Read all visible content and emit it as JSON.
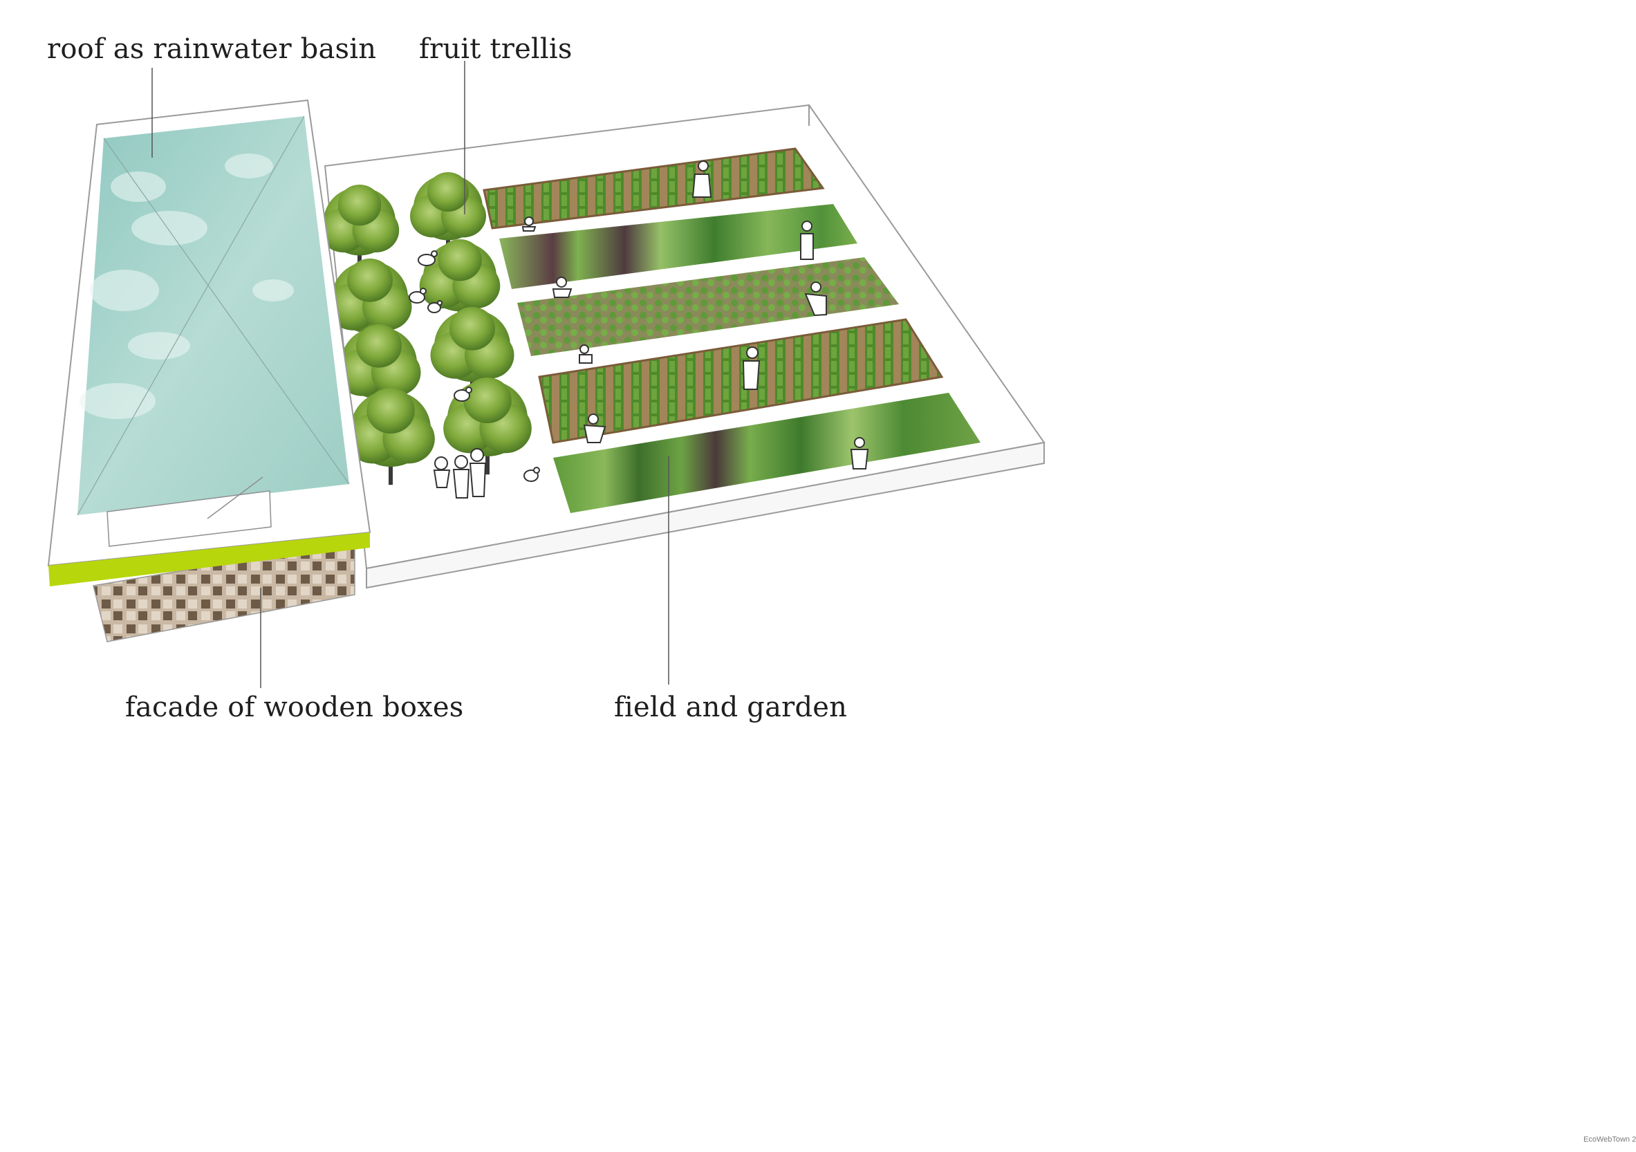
{
  "labels": {
    "roof": "roof as rainwater basin",
    "trellis": "fruit trellis",
    "facade": "facade of wooden boxes",
    "field": "field and garden"
  },
  "credit": "EcoWebTown 2",
  "colors": {
    "sky_water": "#a9d3cc",
    "lime_band": "#b8d60c",
    "tree_green": "#7ea83a",
    "crop_green": "#4e8a2a",
    "soil": "#9c7a4c",
    "lines": "#9a9a9a"
  }
}
